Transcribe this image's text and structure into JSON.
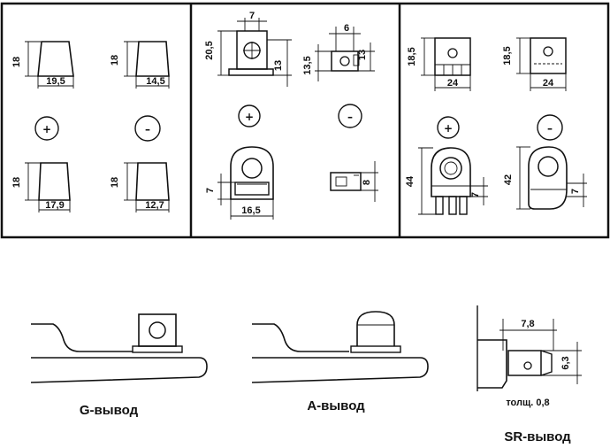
{
  "panel1": {
    "height_label": "18",
    "widths": [
      "19,5",
      "14,5",
      "17,9",
      "12,7"
    ],
    "plus": "+",
    "minus": "–"
  },
  "panel2": {
    "plus_top_width": "7",
    "plus_height": "20,5",
    "plus_side": "13",
    "minus_top_width": "6",
    "minus_height": "13,5",
    "minus_side": "13",
    "plus": "+",
    "minus": "–",
    "bottom_height": "7",
    "bottom_width": "16,5",
    "bottom_right_height": "8"
  },
  "panel3": {
    "height_left": "18,5",
    "height_right": "18,5",
    "width_left": "24",
    "width_right": "24",
    "plus": "+",
    "minus": "–",
    "bottom_left_height": "44",
    "bottom_right_height": "42",
    "bottom_small_left": "7",
    "bottom_small_right": "7"
  },
  "captions": {
    "g": "G-вывод",
    "a": "A-вывод",
    "sr": "SR-вывод"
  },
  "sr": {
    "width": "7,8",
    "height": "6,3",
    "thickness": "толщ. 0,8"
  }
}
